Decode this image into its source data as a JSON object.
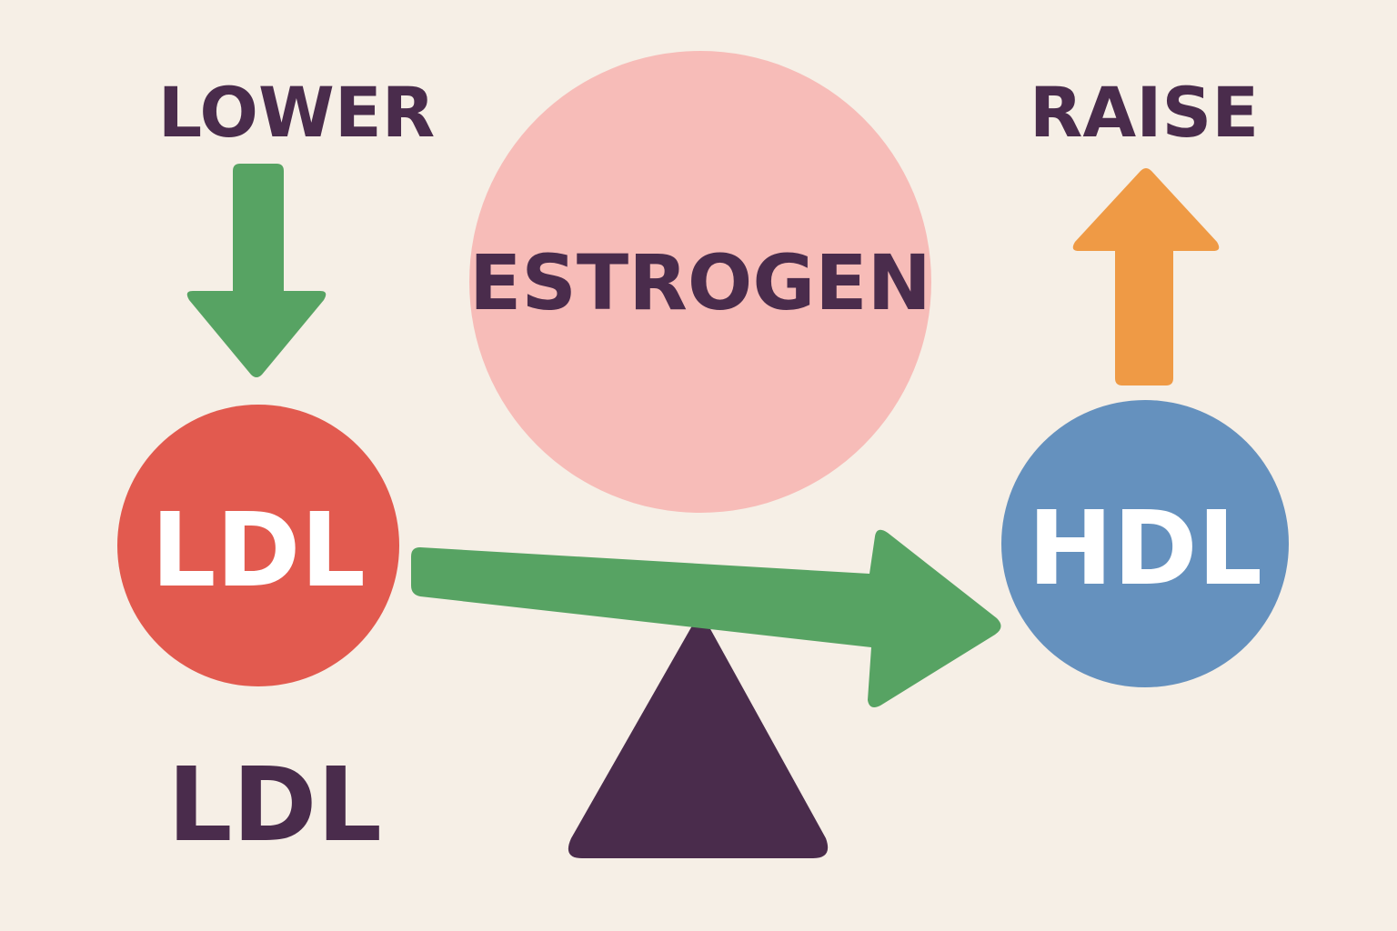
{
  "labels": {
    "lower": "LOWER",
    "raise": "RAISE",
    "estrogen": "ESTROGEN",
    "ldl_circle": "LDL",
    "hdl_circle": "HDL",
    "ldl_caption": "LDL"
  },
  "colors": {
    "background": "#f6efe6",
    "text_dark": "#4a2c4c",
    "text_light": "#ffffff",
    "estrogen_circle": "#f7bcb8",
    "ldl_circle": "#e25a4f",
    "hdl_circle": "#6591be",
    "green_arrow": "#57a363",
    "orange_arrow": "#ef9a45",
    "fulcrum": "#4a2c4c"
  },
  "icons": {
    "lower_arrow": "arrow-down-icon",
    "raise_arrow": "arrow-up-icon",
    "transfer_arrow": "arrow-right-icon",
    "fulcrum": "triangle-fulcrum-icon"
  }
}
